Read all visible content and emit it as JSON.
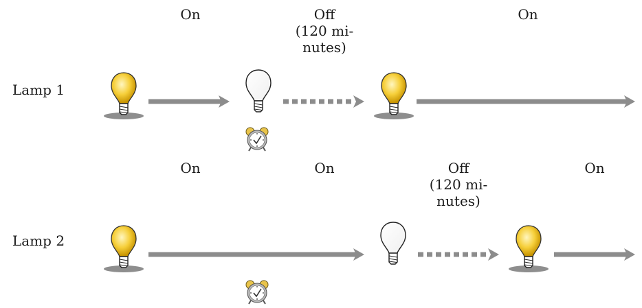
{
  "colors": {
    "arrow": "#8c8c8c",
    "bulb_on": "#f4c21c",
    "bulb_off": "#ffffff",
    "base_shadow": "#8e8e8e"
  },
  "rows": [
    {
      "name": "Lamp 1",
      "states": [
        {
          "lines": [
            "On"
          ]
        },
        {
          "lines": [
            "Off",
            "(120 mi-",
            "nutes)"
          ]
        },
        {
          "lines": [
            "On"
          ]
        }
      ],
      "sequence": [
        "bulb-on",
        "arrow-solid",
        "bulb-off",
        "arrow-dotted",
        "bulb-on",
        "arrow-solid"
      ],
      "alarm_icon": "alarm-clock-icon"
    },
    {
      "name": "Lamp 2",
      "states": [
        {
          "lines": [
            "On"
          ]
        },
        {
          "lines": [
            "On"
          ]
        },
        {
          "lines": [
            "Off",
            "(120 mi-",
            "nutes)"
          ]
        },
        {
          "lines": [
            "On"
          ]
        }
      ],
      "sequence": [
        "bulb-on",
        "arrow-solid",
        "bulb-off",
        "arrow-dotted",
        "bulb-on",
        "arrow-solid"
      ],
      "alarm_icon": "alarm-clock-icon"
    }
  ]
}
